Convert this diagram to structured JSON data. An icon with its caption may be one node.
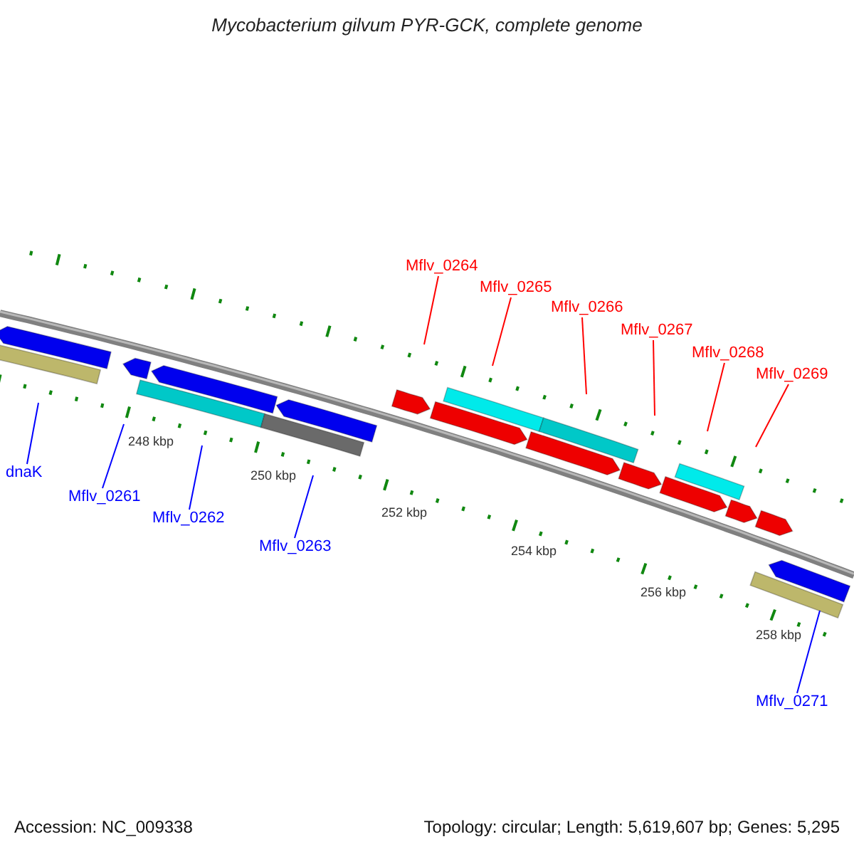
{
  "diagram": {
    "title": "Mycobacterium gilvum PYR-GCK, complete genome",
    "nodes": [
      {
        "text": [
          "dnaK"
        ]
      },
      {
        "text": [
          "Mflv_0261"
        ]
      },
      {
        "text": [
          "Mflv_0262"
        ]
      },
      {
        "text": [
          "Mflv_0263"
        ]
      },
      {
        "text": [
          "Mflv_0264"
        ]
      },
      {
        "text": [
          "Mflv_0265"
        ]
      },
      {
        "text": [
          "Mflv_0266"
        ]
      },
      {
        "text": [
          "Mflv_0267"
        ]
      },
      {
        "text": [
          "Mflv_0268"
        ]
      },
      {
        "text": [
          "Mflv_0269"
        ]
      },
      {
        "text": [
          "Mflv_0271"
        ]
      }
    ],
    "edges": [
      {
        "from": 0,
        "to": null,
        "arrow": "none",
        "color": "#0000ff"
      },
      {
        "from": 1,
        "to": null,
        "arrow": "none",
        "color": "#0000ff"
      },
      {
        "from": 2,
        "to": null,
        "arrow": "none",
        "color": "#0000ff"
      },
      {
        "from": 3,
        "to": null,
        "arrow": "none",
        "color": "#0000ff"
      },
      {
        "from": 4,
        "to": null,
        "arrow": "none",
        "color": "#ff0000"
      },
      {
        "from": 5,
        "to": null,
        "arrow": "none",
        "color": "#ff0000"
      },
      {
        "from": 6,
        "to": null,
        "arrow": "none",
        "color": "#ff0000"
      },
      {
        "from": 7,
        "to": null,
        "arrow": "none",
        "color": "#ff0000"
      },
      {
        "from": 8,
        "to": null,
        "arrow": "none",
        "color": "#ff0000"
      },
      {
        "from": 9,
        "to": null,
        "arrow": "none",
        "color": "#ff0000"
      },
      {
        "from": 10,
        "to": null,
        "arrow": "none",
        "color": "#0000ff"
      }
    ],
    "labels": [
      "248 kbp",
      "250 kbp",
      "252 kbp",
      "254 kbp",
      "256 kbp",
      "258 kbp",
      "Accession: NC_009338",
      "Topology: circular; Length: 5,619,607 bp; Genes: 5,295"
    ]
  }
}
